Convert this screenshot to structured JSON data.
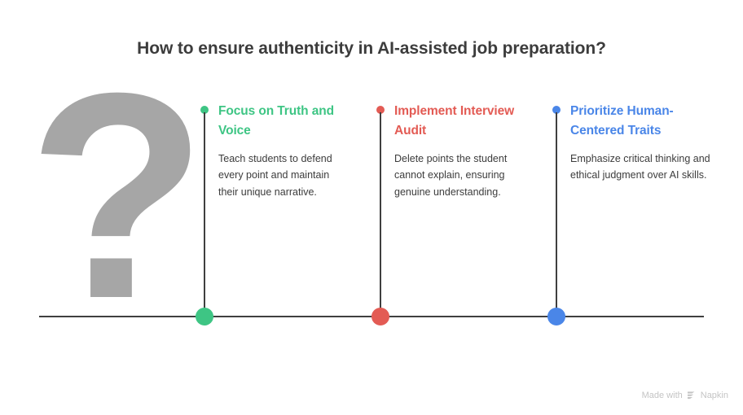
{
  "title": "How to ensure authenticity in AI-assisted job preparation?",
  "decoration": {
    "question_mark_glyph": "?",
    "question_mark_color": "#a6a6a6"
  },
  "colors": {
    "green": "#3ec584",
    "red": "#e35b54",
    "blue": "#4a86e8",
    "line": "#3f3f3f",
    "title_text": "#3c3c3c",
    "body_text": "#3c3c3c",
    "watermark": "#c4c4c4"
  },
  "timeline": {
    "items": [
      {
        "heading": "Focus on Truth and Voice",
        "body": "Teach students to defend every point and maintain their unique narrative.",
        "color": "#3ec584",
        "marker": "green-dot"
      },
      {
        "heading": "Implement Interview Audit",
        "body": "Delete points the student cannot explain, ensuring genuine understanding.",
        "color": "#e35b54",
        "marker": "red-dot"
      },
      {
        "heading": "Prioritize Human-Centered Traits",
        "body": "Emphasize critical thinking and ethical judgment over AI skills.",
        "color": "#4a86e8",
        "marker": "blue-dot"
      }
    ]
  },
  "watermark": {
    "prefix": "Made with",
    "brand": "Napkin",
    "logo": "napkin-chevron-logo"
  }
}
